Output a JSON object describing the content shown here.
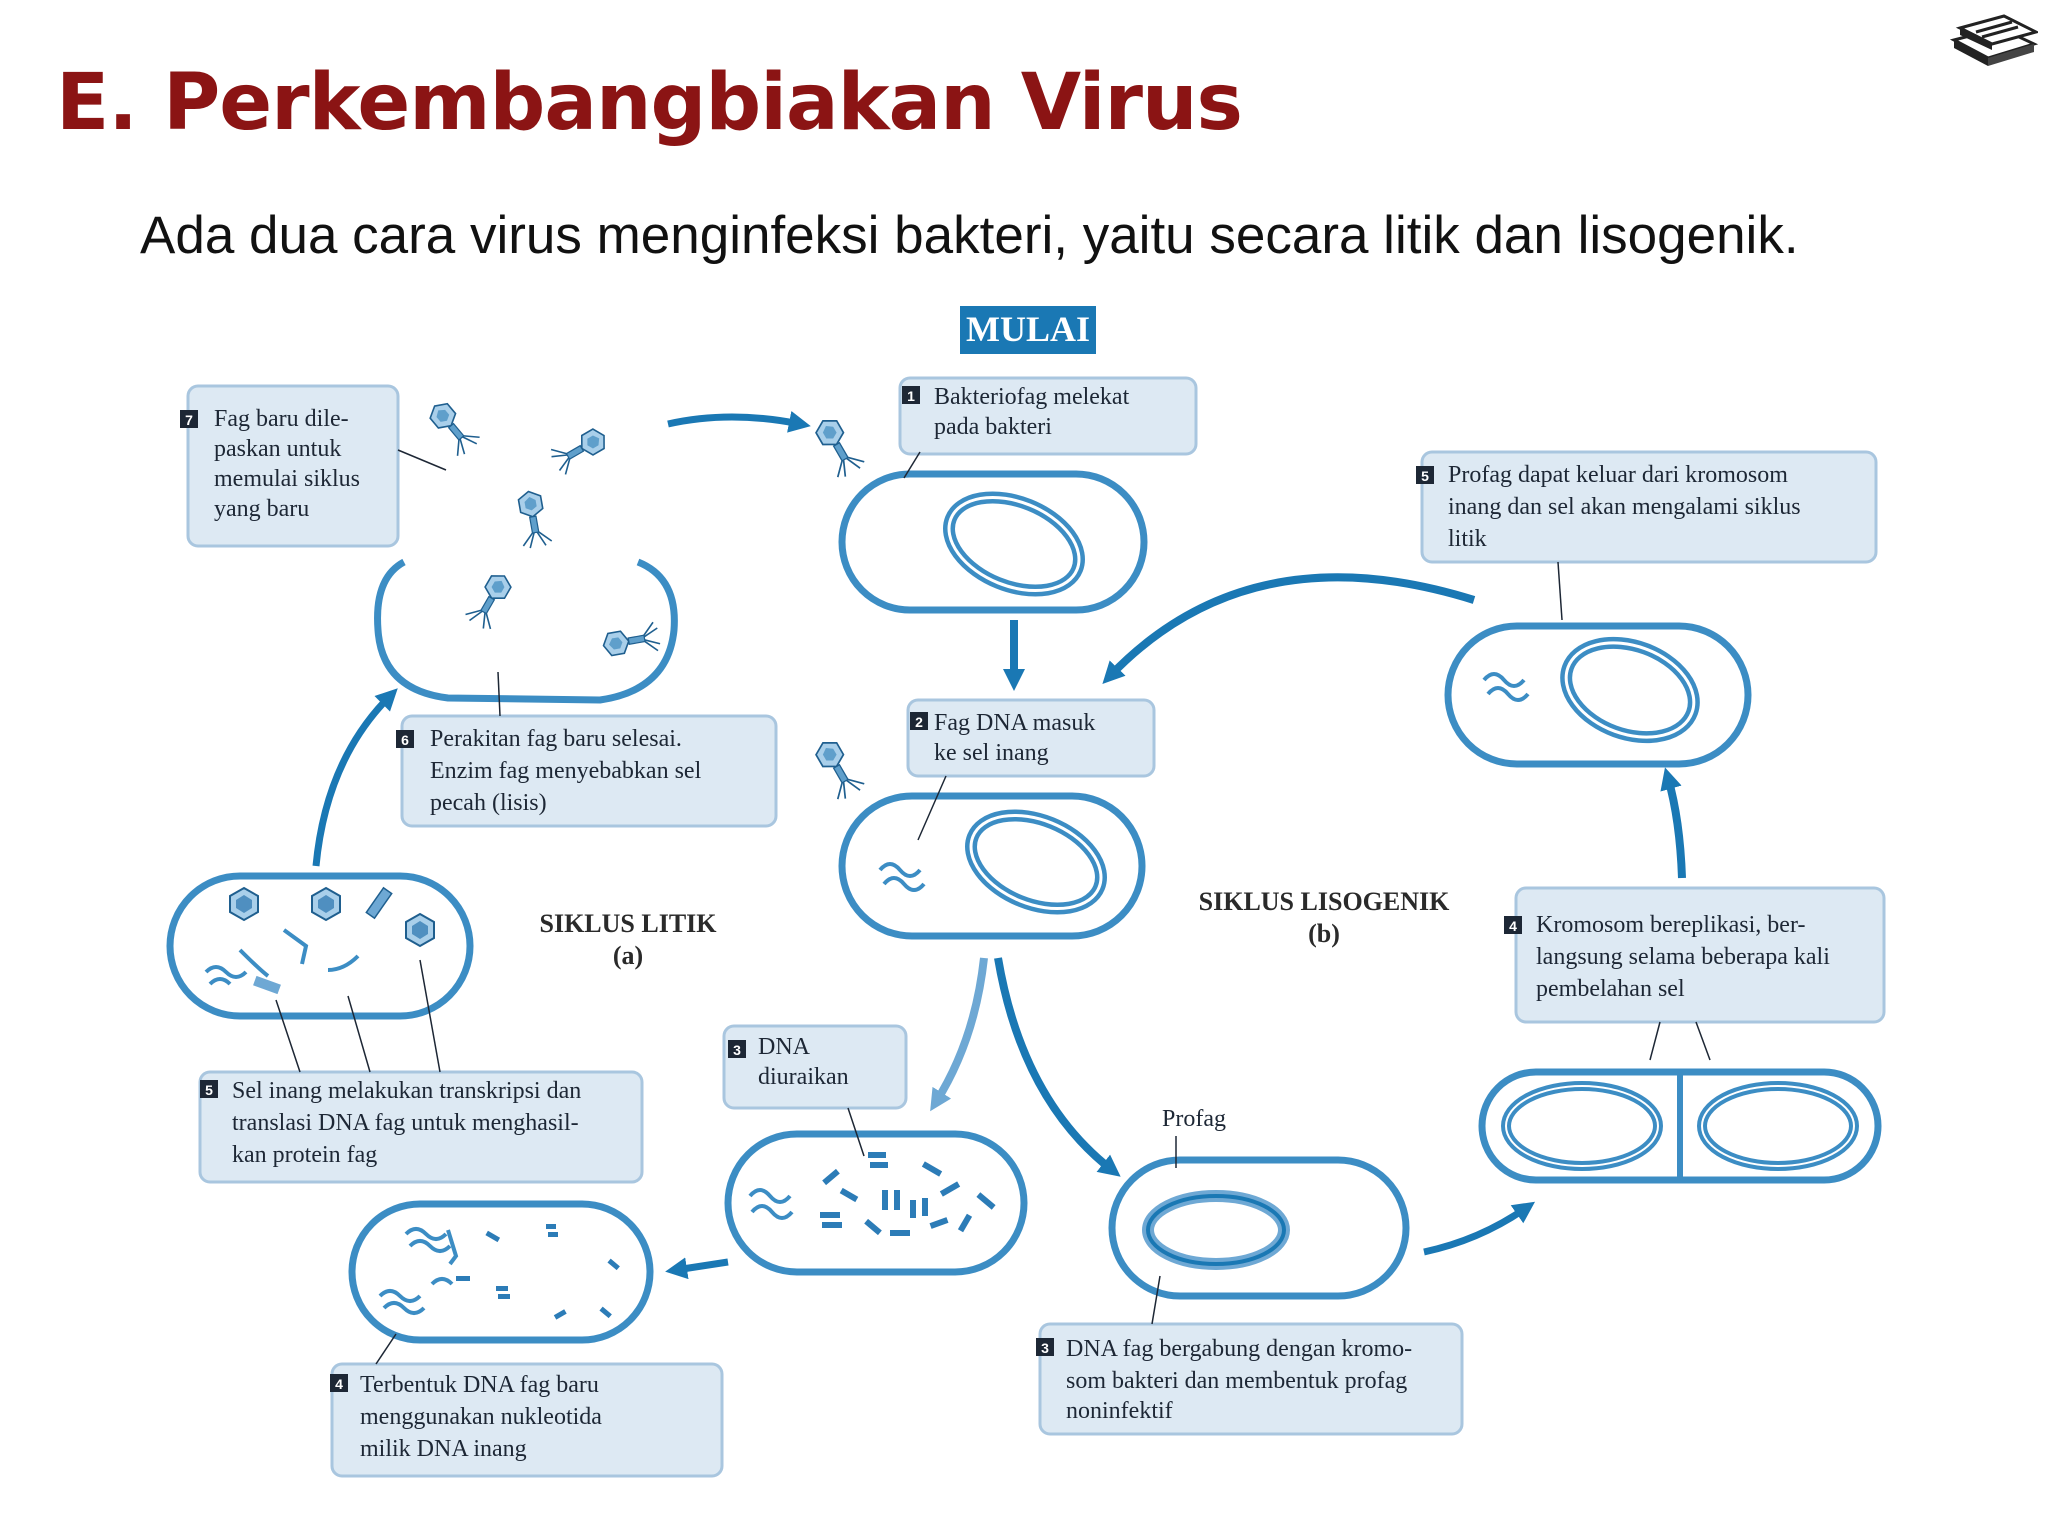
{
  "slide": {
    "title": "E. Perkembangbiakan Virus",
    "subtitle": "Ada dua cara virus menginfeksi bakteri, yaitu secara litik dan lisogenik."
  },
  "colors": {
    "title": "#8b1414",
    "arrow": "#1a78b4",
    "box_fill": "#dde9f3",
    "cell_outline": "#3c8dc4",
    "mulai_fill": "#1a78b4"
  },
  "diagram": {
    "start_label": "MULAI",
    "lytic_cycle": {
      "title": "SIKLUS LITIK",
      "tag": "(a)"
    },
    "lysogenic_cycle": {
      "title": "SIKLUS LISOGENIK",
      "tag": "(b)"
    },
    "prophage_label": "Profag",
    "steps": {
      "step1": {
        "number": "1",
        "lines": [
          "Bakteriofag melekat",
          "pada bakteri"
        ]
      },
      "step2": {
        "number": "2",
        "lines": [
          "Fag DNA masuk",
          "ke sel inang"
        ]
      },
      "lytic3": {
        "number": "3",
        "lines": [
          "DNA",
          "diuraikan"
        ]
      },
      "lytic4": {
        "number": "4",
        "lines": [
          "Terbentuk DNA fag baru",
          "menggunakan nukleotida",
          "milik DNA inang"
        ]
      },
      "lytic5": {
        "number": "5",
        "lines": [
          "Sel inang melakukan transkripsi dan",
          "translasi DNA fag untuk menghasil-",
          "kan protein fag"
        ]
      },
      "lytic6": {
        "number": "6",
        "lines": [
          "Perakitan fag baru selesai.",
          "Enzim fag menyebabkan sel",
          "pecah (lisis)"
        ]
      },
      "lytic7": {
        "number": "7",
        "lines": [
          "Fag baru dile-",
          "paskan untuk",
          "memulai siklus",
          "yang baru"
        ]
      },
      "lyso3": {
        "number": "3",
        "lines": [
          "DNA fag bergabung dengan kromo-",
          "som bakteri dan membentuk profag",
          "noninfektif"
        ]
      },
      "lyso4": {
        "number": "4",
        "lines": [
          "Kromosom bereplikasi, ber-",
          "langsung selama beberapa kali",
          "pembelahan sel"
        ]
      },
      "lyso5": {
        "number": "5",
        "lines": [
          "Profag dapat keluar dari kromosom",
          "inang dan sel akan mengalami siklus",
          "litik"
        ]
      }
    }
  }
}
